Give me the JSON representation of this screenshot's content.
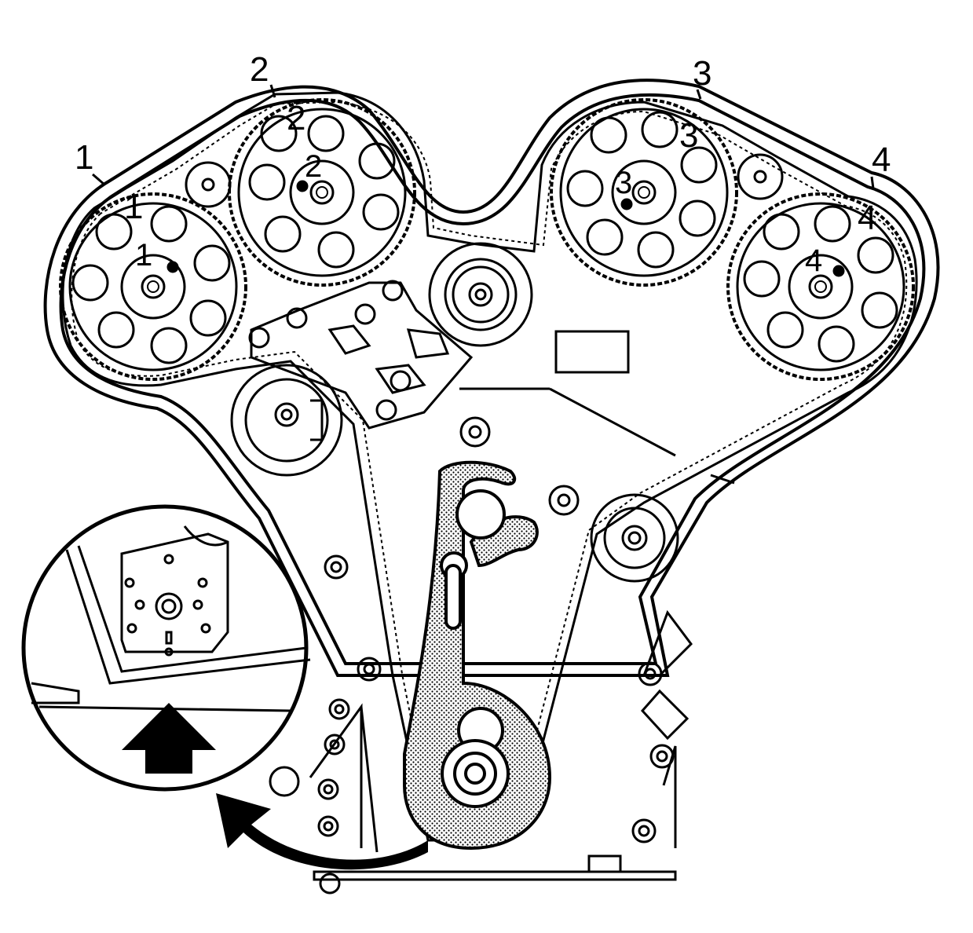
{
  "diagram": {
    "belt_labels": [
      "1",
      "2",
      "3",
      "4"
    ],
    "sprocket_labels": [
      "1",
      "2",
      "3",
      "4"
    ],
    "hub_labels": [
      "1",
      "2",
      "3",
      "4"
    ]
  }
}
